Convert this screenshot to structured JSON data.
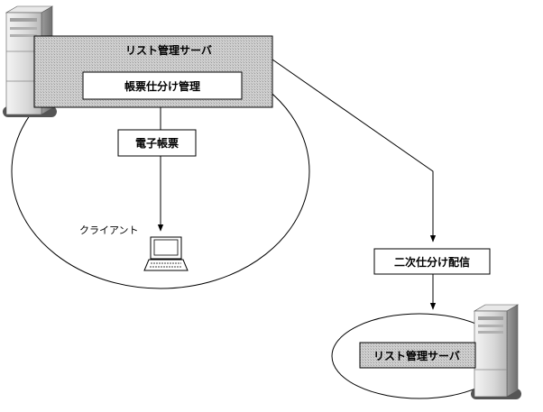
{
  "main_server": {
    "label": "リスト管理サーバ"
  },
  "form_sorting": {
    "label": "帳票仕分け管理"
  },
  "electronic_form": {
    "label": "電子帳票"
  },
  "client": {
    "label": "クライアント"
  },
  "secondary_delivery": {
    "label": "二次仕分け配信"
  },
  "remote_server": {
    "label": "リスト管理サーバ"
  }
}
